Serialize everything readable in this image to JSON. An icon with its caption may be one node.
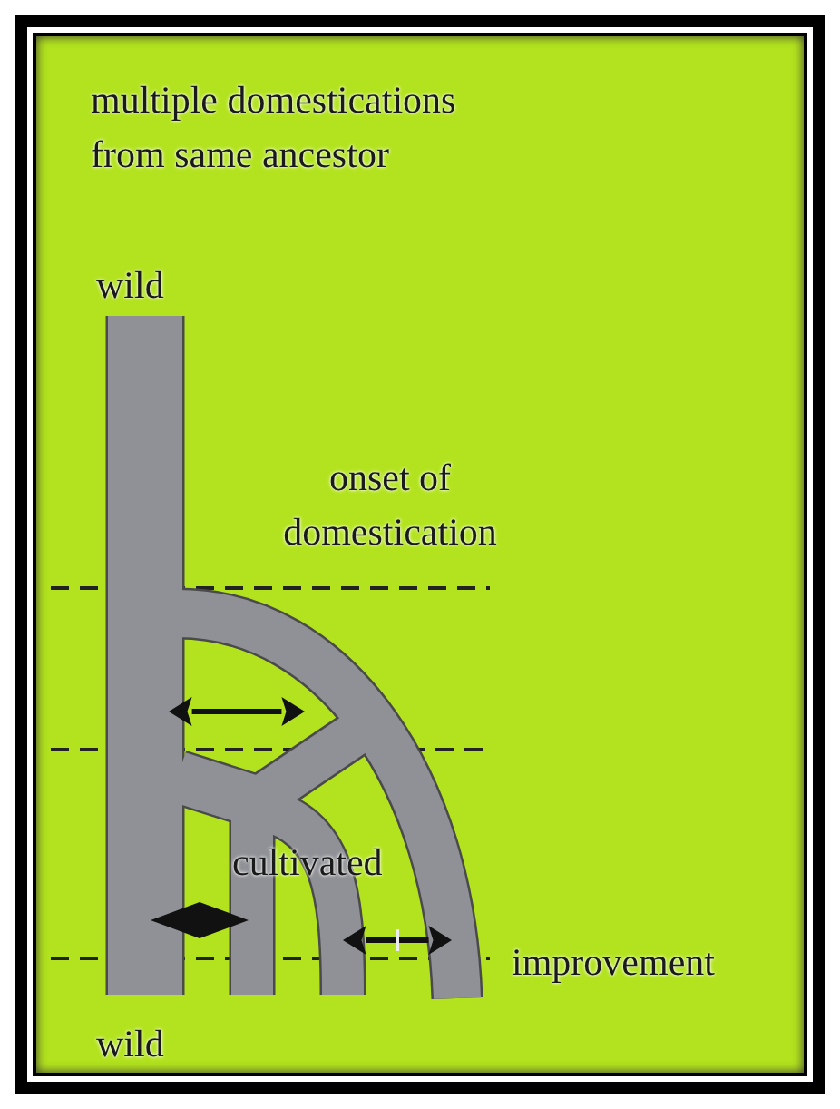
{
  "diagram": {
    "title": "multiple domestications from same ancestor",
    "labels": [
      "wild",
      "onset of domestication",
      "cultivated",
      "improvement",
      "wild"
    ]
  }
}
